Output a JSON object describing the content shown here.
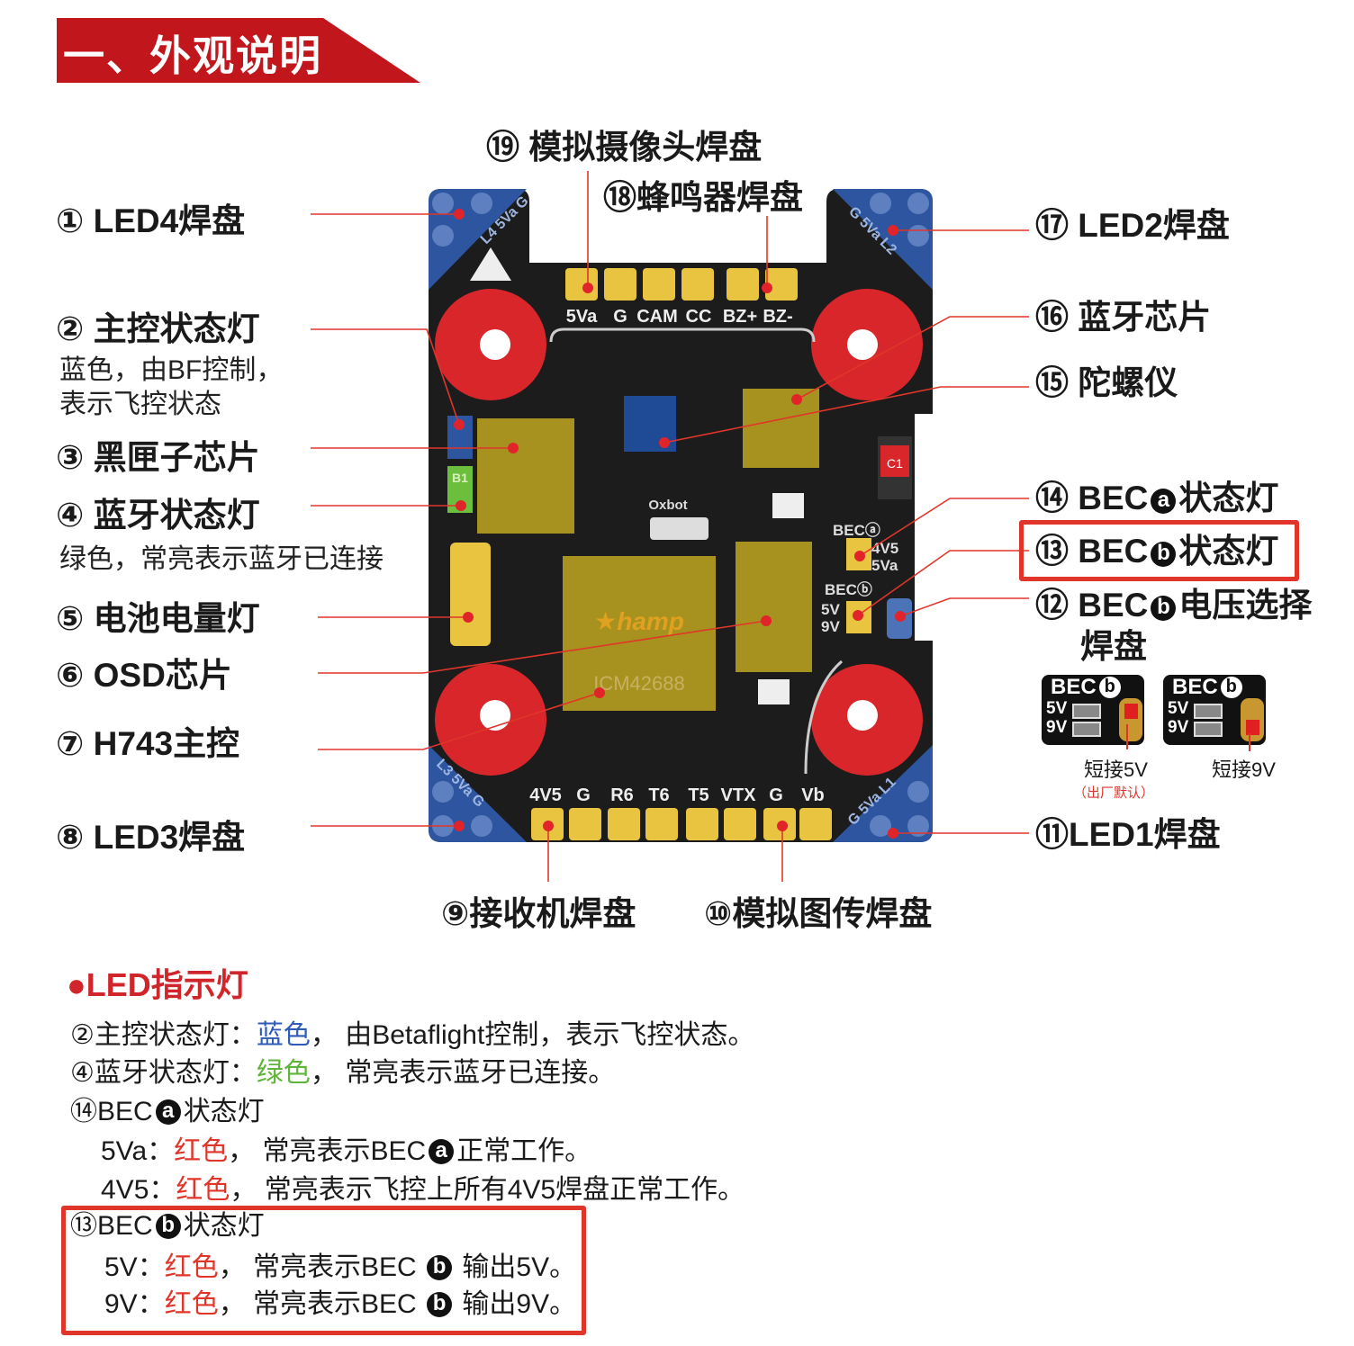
{
  "header": {
    "title": "一、外观说明"
  },
  "callouts_left": [
    {
      "num": "①",
      "label": "LED4焊盘"
    },
    {
      "num": "②",
      "label": "主控状态灯",
      "desc": [
        "蓝色，由BF控制，",
        "表示飞控状态"
      ]
    },
    {
      "num": "③",
      "label": "黑匣子芯片"
    },
    {
      "num": "④",
      "label": "蓝牙状态灯",
      "desc": [
        "绿色，常亮表示蓝牙已连接"
      ]
    },
    {
      "num": "⑤",
      "label": "电池电量灯"
    },
    {
      "num": "⑥",
      "label": "OSD芯片"
    },
    {
      "num": "⑦",
      "label": "H743主控"
    },
    {
      "num": "⑧",
      "label": "LED3焊盘"
    }
  ],
  "callouts_top": [
    {
      "num": "⑲",
      "label": "模拟摄像头焊盘"
    },
    {
      "num": "⑱",
      "label": "蜂鸣器焊盘"
    }
  ],
  "callouts_right": [
    {
      "num": "⑰",
      "label": "LED2焊盘"
    },
    {
      "num": "⑯",
      "label": "蓝牙芯片"
    },
    {
      "num": "⑮",
      "label": "陀螺仪"
    },
    {
      "num": "⑭",
      "prefix": "BEC",
      "badge": "a",
      "label": "状态灯"
    },
    {
      "num": "⑬",
      "prefix": "BEC",
      "badge": "b",
      "label": "状态灯"
    },
    {
      "num": "⑫",
      "prefix": "BEC",
      "badge": "b",
      "label": "电压选择",
      "label2": "焊盘"
    },
    {
      "num": "⑪",
      "label": "LED1焊盘"
    }
  ],
  "callouts_bottom": [
    {
      "num": "⑨",
      "label": "接收机焊盘"
    },
    {
      "num": "⑩",
      "label": "模拟图传焊盘"
    }
  ],
  "bec_select": [
    {
      "title": "BEC",
      "badge": "b",
      "v1": "5V",
      "v2": "9V",
      "caption": "短接5V",
      "note": "（出厂默认）"
    },
    {
      "title": "BEC",
      "badge": "b",
      "v1": "5V",
      "v2": "9V",
      "caption": "短接9V"
    }
  ],
  "board": {
    "top_pads": [
      "5Va",
      "G",
      "CAM",
      "CC",
      "BZ+",
      "BZ-"
    ],
    "bottom_pads": [
      "4V5",
      "G",
      "R6",
      "T6",
      "T5",
      "VTX",
      "G",
      "Vb"
    ],
    "chip_brand": "Oxbot",
    "logo": "★hamp",
    "imu": "ICM42688",
    "bec_a": "BECⓐ",
    "bec_a_v1": "4V5",
    "bec_a_v2": "5Va",
    "bec_b": "BECⓑ",
    "bec_b_v1": "5V",
    "bec_b_v2": "9V",
    "corner_tl": "L4 5Va G",
    "corner_tr": "G 5Va L2",
    "corner_bl": "L3 5Va G",
    "corner_br": "G 5Va L1",
    "led_b": "B1",
    "cap": "C1"
  },
  "legend": {
    "title": "●LED指示灯",
    "lines": [
      {
        "head": "②主控状态灯：",
        "color_word": "蓝色",
        "rest": "，  由Betaflight控制，表示飞控状态。"
      },
      {
        "head": "④蓝牙状态灯：",
        "color_word": "绿色",
        "rest": "，  常亮表示蓝牙已连接。"
      }
    ],
    "bec_a": {
      "head_num": "⑭",
      "head_prefix": "BEC",
      "badge": "a",
      "head_label": "状态灯",
      "items": [
        {
          "k": "5Va：",
          "color_word": "红色",
          "rest_a": "，  常亮表示BEC",
          "badge": "a",
          "rest_b": "正常工作。"
        },
        {
          "k": "4V5：",
          "color_word": "红色",
          "rest_a": "，  常亮表示飞控上所有4V5焊盘正常工作。"
        }
      ]
    },
    "bec_b": {
      "head_num": "⑬",
      "head_prefix": "BEC",
      "badge": "b",
      "head_label": "状态灯",
      "items": [
        {
          "k": "5V：",
          "color_word": "红色",
          "rest_a": "，  常亮表示BEC ",
          "badge": "b",
          "rest_b": " 输出5V。"
        },
        {
          "k": "9V：",
          "color_word": "红色",
          "rest_a": "，  常亮表示BEC ",
          "badge": "b",
          "rest_b": " 输出9V。"
        }
      ]
    }
  },
  "colors": {
    "brand_red": "#c0161c",
    "leader": "#e0362a",
    "pad": "#e8c440",
    "board": "#1c1c1c",
    "corner": "#2d55a0",
    "ring": "#d8262b"
  }
}
